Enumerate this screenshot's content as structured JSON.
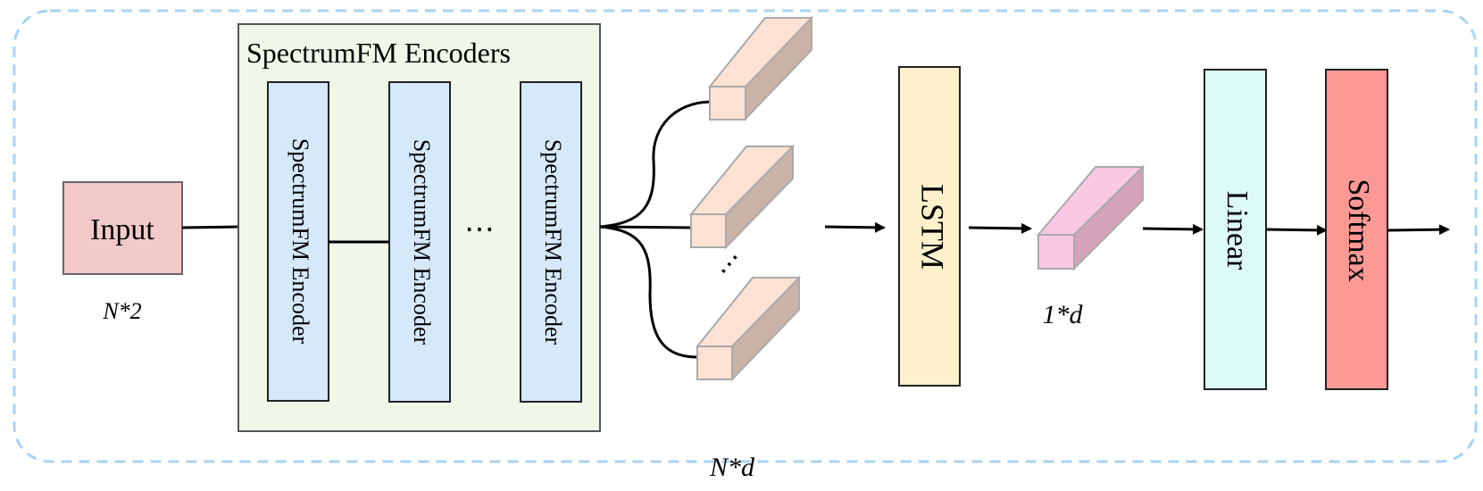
{
  "input": {
    "label": "Input",
    "dim": "N*2"
  },
  "encoders": {
    "title": "SpectrumFM Encoders",
    "encoder_labels": [
      "SpectrumFM Encoder",
      "SpectrumFM Encoder",
      "SpectrumFM Encoder"
    ],
    "ellipsis": "⋯"
  },
  "tokens": {
    "ellipsis": "⋯",
    "dim": "N*d"
  },
  "lstm": {
    "label": "LSTM"
  },
  "pooled": {
    "dim": "1*d"
  },
  "linear": {
    "label": "Linear"
  },
  "softmax": {
    "label": "Softmax"
  },
  "colors": {
    "frame_dashed": "#a9d3f3",
    "input_fill": "#f3c9c9",
    "encoders_bg": "#eef7e8",
    "encoder_fill": "#d5e9fb",
    "token_front": "#fbe2d3",
    "token_top": "#fbe2d3",
    "token_side": "#c9b3a6",
    "lstm_fill": "#fdf1cc",
    "pooled_front": "#f9c8e3",
    "pooled_side": "#d4a3b9",
    "linear_fill": "#ddfaf5",
    "softmax_fill": "#fd9995"
  },
  "icons": {
    "arrow": "right-arrow-icon"
  }
}
